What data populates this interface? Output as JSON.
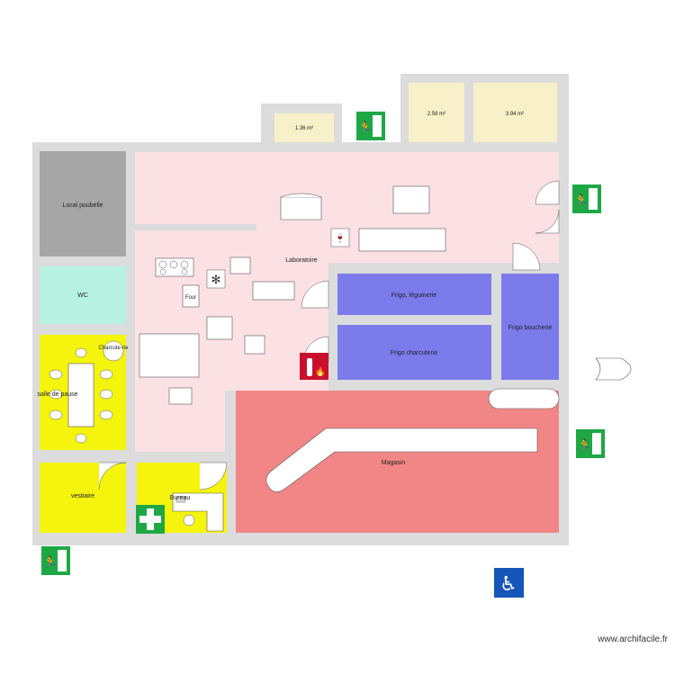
{
  "rooms": {
    "local_poubelle": "Local poubelle",
    "wc": "WC",
    "salle_de_pause": "salle de pause",
    "vestiaire": "vestiaire",
    "bureau": "Bureau",
    "laboratoire": "Laboratoire",
    "frigo_legumerie": "Frigo, légumerie",
    "frigo_charcuterie": "Frigo charcuterie",
    "frigo_boucherie": "Frigo boucherie",
    "magasin": "Magasin",
    "storage_1": "1.36 m²",
    "storage_2": "2.58 m²",
    "storage_3": "3.94 m²"
  },
  "equipment": {
    "four": "Four",
    "charcuterie_chip": "Charcute-rie"
  },
  "watermark": "www.archifacile.fr",
  "colors": {
    "wall": "#dcdcdc",
    "laboratoire": "#fbe0e4",
    "local_poubelle": "#a6a6a6",
    "wc": "#b7f2e0",
    "yellow_rooms": "#f4f40c",
    "storage": "#f7f0c8",
    "frigo": "#7b7bec",
    "magasin": "#f28686",
    "exit_sign": "#1ea845",
    "first_aid": "#1ea845",
    "fire": "#c8102e",
    "accessibility": "#1556b8"
  },
  "icons": [
    "emergency-exit-icon",
    "first-aid-icon",
    "fire-extinguisher-icon",
    "wheelchair-icon",
    "cold-room-icon",
    "wine-glass-icon"
  ]
}
